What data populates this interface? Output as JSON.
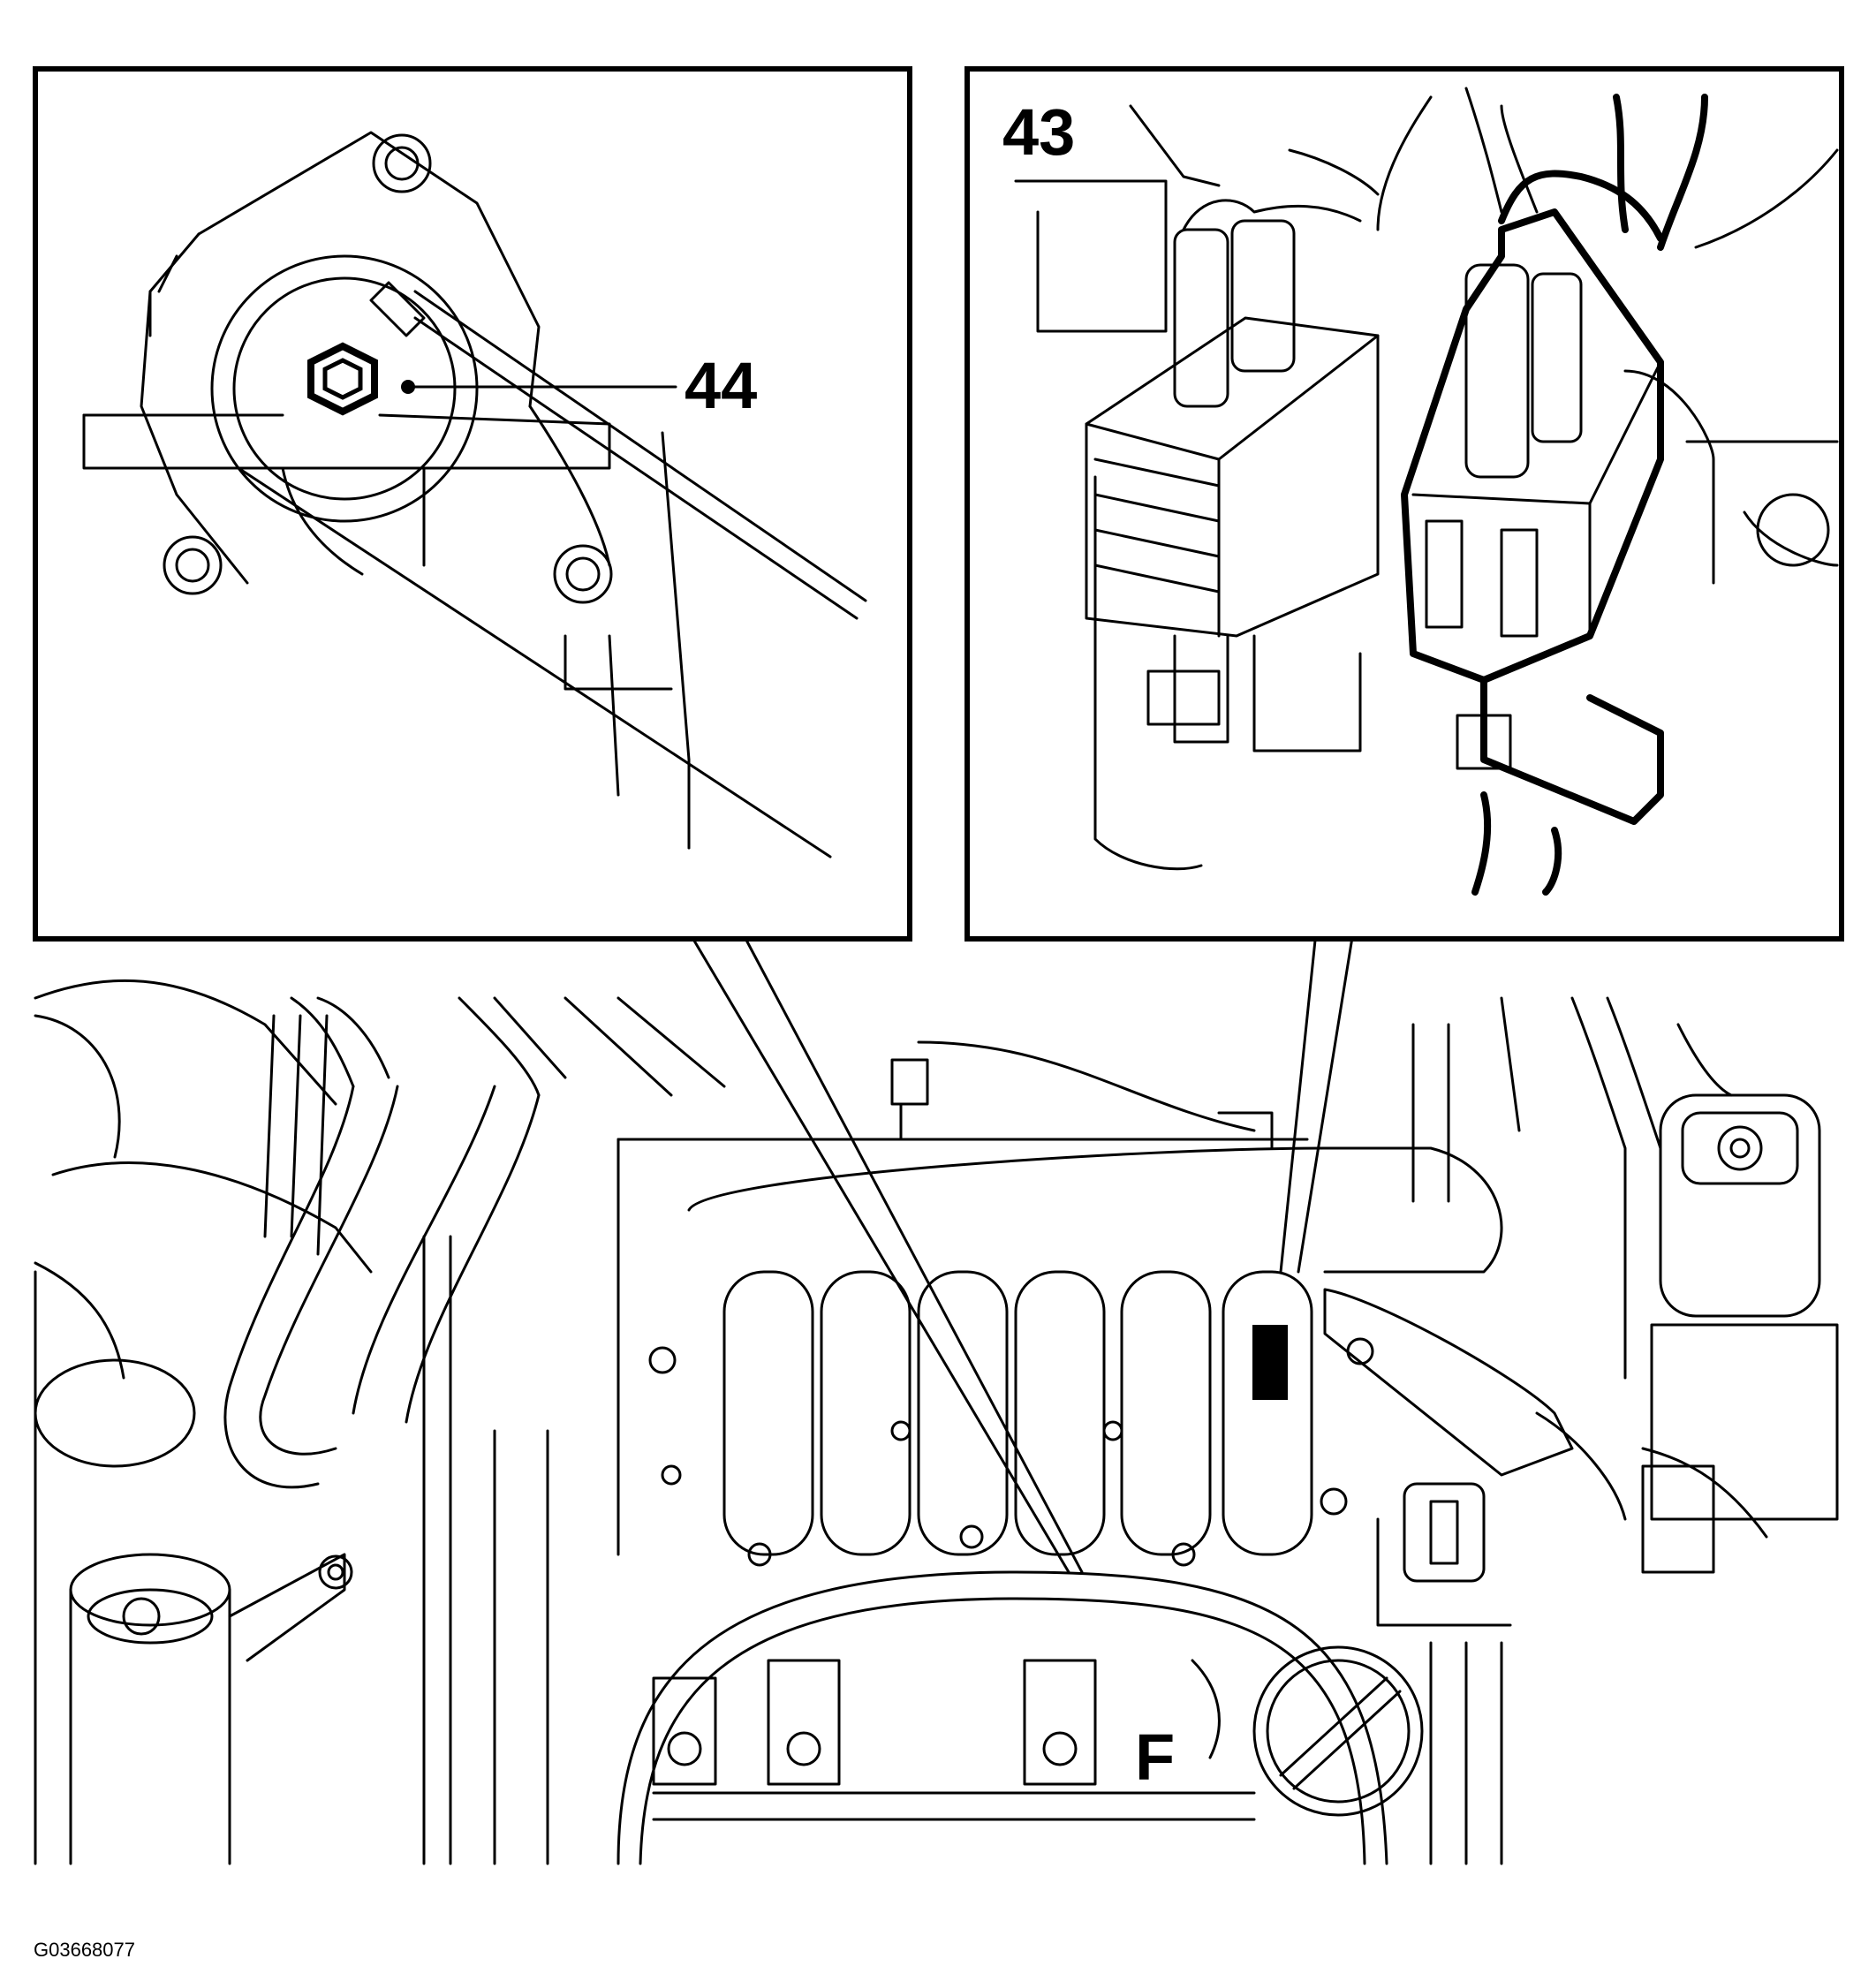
{
  "figure_id": "G03668077",
  "callouts": [
    {
      "number": "44"
    },
    {
      "number": "43"
    }
  ],
  "overview_marking": "F",
  "colors": {
    "line": "#000000",
    "background": "#ffffff"
  }
}
